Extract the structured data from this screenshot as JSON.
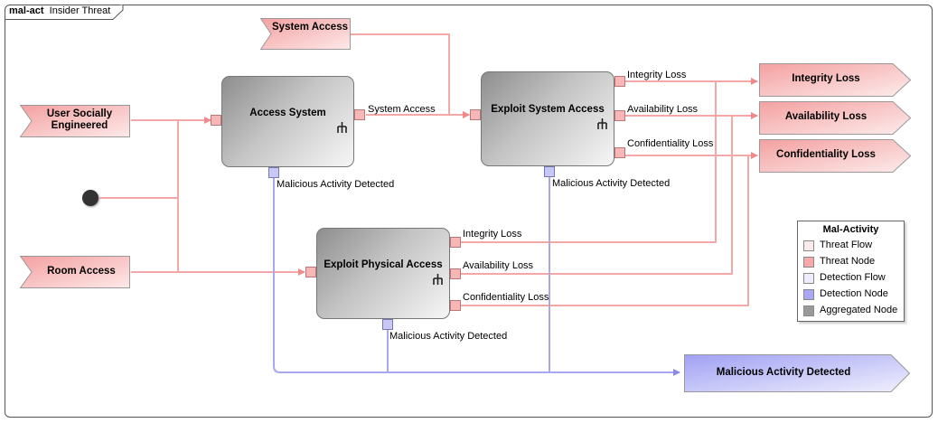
{
  "frame": {
    "kind": "mal-act",
    "name": "Insider Threat"
  },
  "colors": {
    "threat_flow": "#f4a7a7",
    "threat_node": "#f7a8a8",
    "detection_flow": "#a7a7f2",
    "detection_node": "#a8a8f6",
    "aggregated_node": "#9a9a9a"
  },
  "actions": {
    "access_system": "Access System",
    "exploit_system_access": "Exploit System Access",
    "exploit_physical_access": "Exploit Physical Access"
  },
  "inputs": {
    "system_access": "System Access",
    "user_socially_engineered": "User Socially Engineered",
    "room_access": "Room Access"
  },
  "outputs": {
    "integrity_loss": "Integrity Loss",
    "availability_loss": "Availability Loss",
    "confidentiality_loss": "Confidentiality Loss",
    "malicious_activity_detected": "Malicious Activity Detected"
  },
  "flow_labels": {
    "system_access": "System Access",
    "mad_access_system": "Malicious Activity Detected",
    "esa_integrity": "Integrity Loss",
    "esa_availability": "Availability Loss",
    "esa_confidentiality": "Confidentiality Loss",
    "mad_esa": "Malicious Activity Detected",
    "epa_integrity": "Integrity Loss",
    "epa_availability": "Availability Loss",
    "epa_confidentiality": "Confidentiality Loss",
    "mad_epa": "Malicious Activity Detected"
  },
  "legend": {
    "title": "Mal-Activity",
    "items": [
      {
        "label": "Threat Flow",
        "color": "#fdeaea"
      },
      {
        "label": "Threat Node",
        "color": "#f7a8a8"
      },
      {
        "label": "Detection Flow",
        "color": "#ededfc"
      },
      {
        "label": "Detection Node",
        "color": "#a8a8f6"
      },
      {
        "label": "Aggregated Node",
        "color": "#9a9a9a"
      }
    ]
  }
}
